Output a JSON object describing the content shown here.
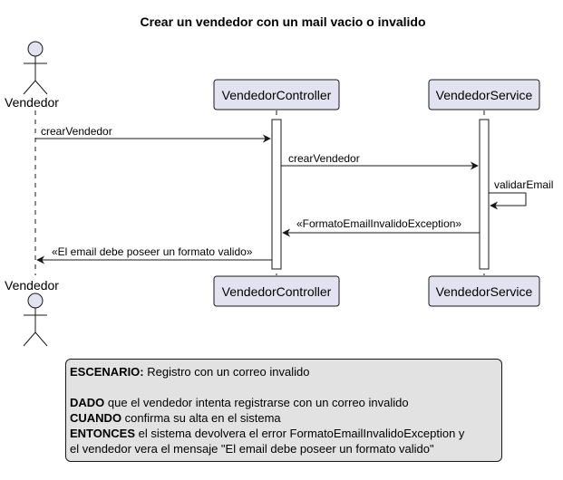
{
  "title": "Crear un vendedor con un mail vacio o invalido",
  "participants": {
    "actor": "Vendedor",
    "controller": "VendedorController",
    "service": "VendedorService"
  },
  "messages": [
    {
      "from": "Vendedor",
      "to": "VendedorController",
      "label": "crearVendedor",
      "kind": "sync"
    },
    {
      "from": "VendedorController",
      "to": "VendedorService",
      "label": "crearVendedor",
      "kind": "sync"
    },
    {
      "from": "VendedorService",
      "to": "VendedorService",
      "label": "validarEmail",
      "kind": "self"
    },
    {
      "from": "VendedorService",
      "to": "VendedorController",
      "label": "«FormatoEmailInvalidoException»",
      "kind": "return"
    },
    {
      "from": "VendedorController",
      "to": "Vendedor",
      "label": "«El email debe poseer un formato valido»",
      "kind": "return"
    }
  ],
  "note": {
    "scenario_key": "ESCENARIO:",
    "scenario_text": " Registro con un correo invalido",
    "given_key": "DADO",
    "given_text": " que el vendedor intenta registrarse con un correo invalido",
    "when_key": "CUANDO",
    "when_text": " confirma su alta en el sistema",
    "then_key": "ENTONCES",
    "then_text": " el sistema devolvera el error FormatoEmailInvalidoException y",
    "then_text_2": "el vendedor vera el mensaje \"El email debe poseer un formato valido\""
  },
  "colors": {
    "participant_fill": "#e2e2f0",
    "border": "#181818",
    "note_fill": "#e2e2e2",
    "lifeline": "#181818"
  }
}
